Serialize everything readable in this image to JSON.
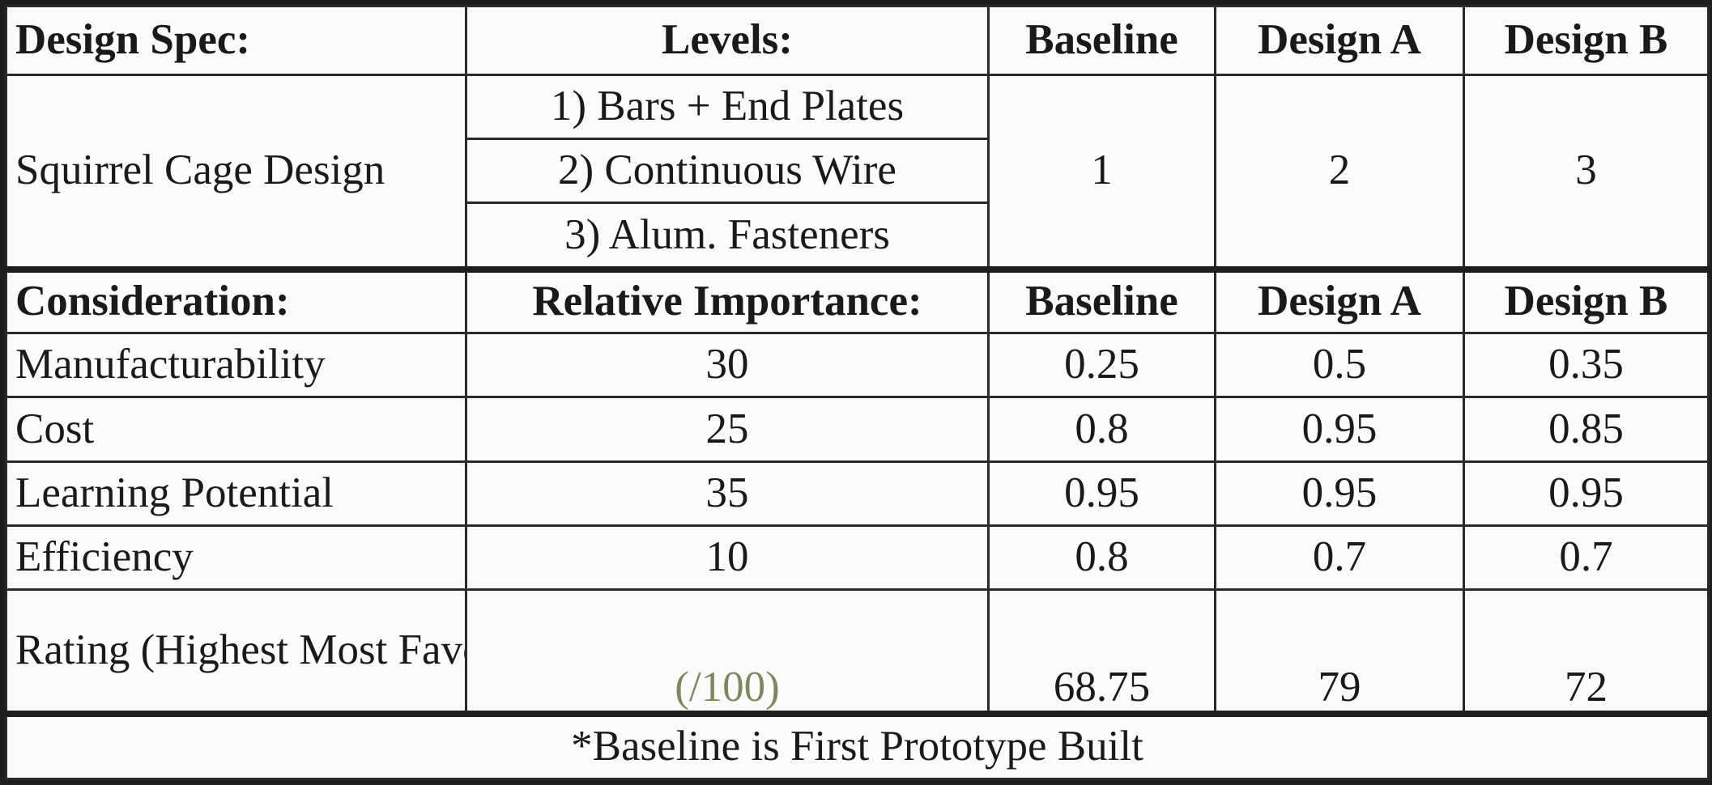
{
  "design_spec": {
    "header": {
      "spec": "Design Spec:",
      "levels": "Levels:",
      "baseline": "Baseline",
      "design_a": "Design A",
      "design_b": "Design B"
    },
    "name": "Squirrel Cage Design",
    "levels": [
      "1) Bars + End Plates",
      "2) Continuous Wire",
      "3) Alum. Fasteners"
    ],
    "selected": {
      "baseline": "1",
      "design_a": "2",
      "design_b": "3"
    }
  },
  "considerations": {
    "header": {
      "consideration": "Consideration:",
      "importance": "Relative Importance:",
      "baseline": "Baseline",
      "design_a": "Design A",
      "design_b": "Design B"
    },
    "rows": [
      {
        "name": "Manufacturability",
        "importance": "30",
        "baseline": "0.25",
        "design_a": "0.5",
        "design_b": "0.35"
      },
      {
        "name": "Cost",
        "importance": "25",
        "baseline": "0.8",
        "design_a": "0.95",
        "design_b": "0.85"
      },
      {
        "name": "Learning Potential",
        "importance": "35",
        "baseline": "0.95",
        "design_a": "0.95",
        "design_b": "0.95"
      },
      {
        "name": "Efficiency",
        "importance": "10",
        "baseline": "0.8",
        "design_a": "0.7",
        "design_b": "0.7"
      }
    ],
    "rating": {
      "label": "Rating (Highest Most Favorable)",
      "scale": "(/100)",
      "baseline": "68.75",
      "design_a": "79",
      "design_b": "72"
    }
  },
  "footnote": "*Baseline is First Prototype Built",
  "colors": {
    "header_bg": "#c8c8c8",
    "cell_bg": "#fbfbfb",
    "border": "#1e1e1e",
    "scale_text": "#7c8a5a"
  }
}
